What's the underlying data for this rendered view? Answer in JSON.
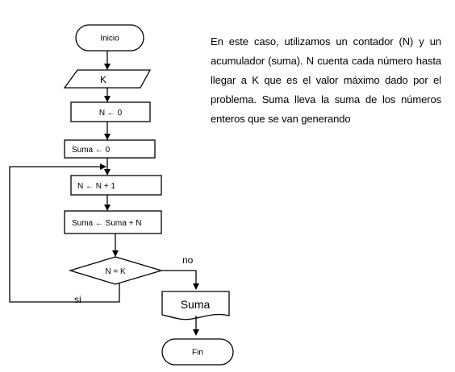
{
  "flowchart": {
    "start": "Inicio",
    "input": "K",
    "init_n": "N ← 0",
    "init_suma": "Suma ← 0",
    "increment": "N ← N + 1",
    "accumulate": "Suma ← Suma + N",
    "decision": "N = K",
    "branch_no": "no",
    "branch_si": "si",
    "output": "Suma",
    "end": "Fin"
  },
  "description": "En este caso, utilizamos un contador  (N) y un acumulador (suma). N cuenta cada número hasta llegar a K que es el valor máximo dado por el problema. Suma lleva la suma de los números enteros que se van generando"
}
